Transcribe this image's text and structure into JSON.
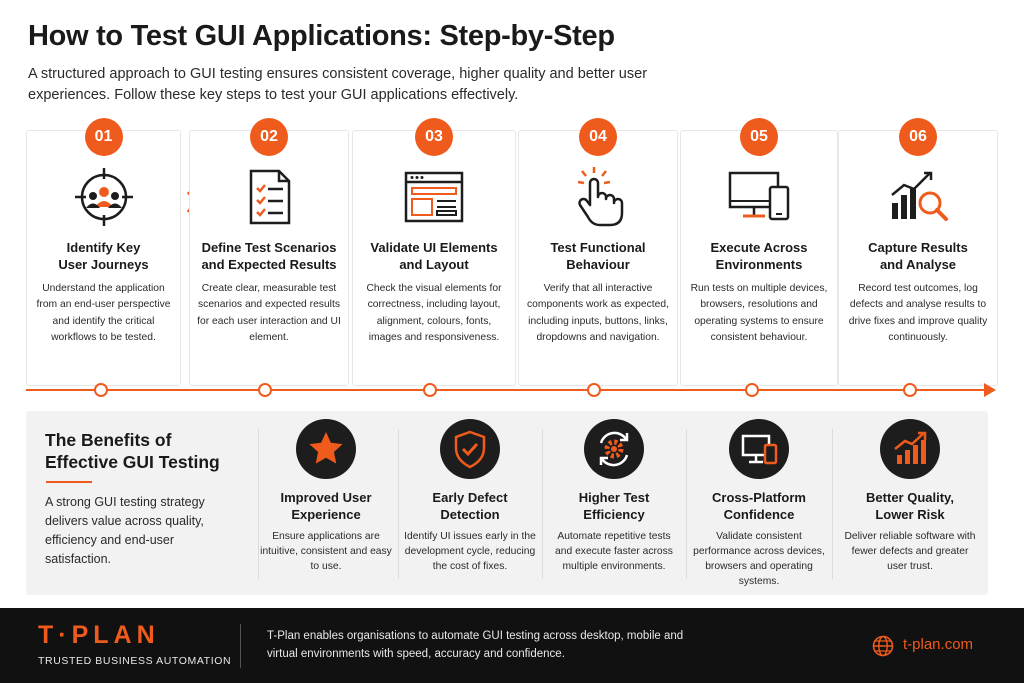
{
  "header": {
    "title": "How to Test GUI Applications: Step-by-Step",
    "subtitle": "A structured approach to GUI testing ensures consistent coverage, higher quality and better user experiences. Follow these key steps to test your GUI applications effectively."
  },
  "steps": [
    {
      "number": "01",
      "icon": "target-users-icon",
      "title_line1": "Identify Key",
      "title_line2": "User Journeys",
      "description": "Understand the application from an end-user perspective and identify the critical workflows to be tested."
    },
    {
      "number": "02",
      "icon": "checklist-document-icon",
      "title_line1": "Define Test Scenarios",
      "title_line2": "and Expected Results",
      "description": "Create clear, measurable test scenarios and expected results for each user interaction and UI element."
    },
    {
      "number": "03",
      "icon": "browser-layout-icon",
      "title_line1": "Validate UI Elements",
      "title_line2": "and Layout",
      "description": "Check the visual elements for correctness, including layout, alignment, colours, fonts, images and responsiveness."
    },
    {
      "number": "04",
      "icon": "pointer-click-icon",
      "title_line1": "Test Functional",
      "title_line2": "Behaviour",
      "description": "Verify that all interactive components work as expected, including inputs, buttons, links, dropdowns and navigation."
    },
    {
      "number": "05",
      "icon": "devices-icon",
      "title_line1": "Execute Across",
      "title_line2": "Environments",
      "description": "Run tests on multiple devices, browsers, resolutions and operating systems to ensure consistent behaviour."
    },
    {
      "number": "06",
      "icon": "chart-magnifier-icon",
      "title_line1": "Capture Results",
      "title_line2": "and Analyse",
      "description": "Record test outcomes, log defects and analyse results to drive fixes and improve quality continuously."
    }
  ],
  "benefits_section": {
    "title_line1": "The Benefits of",
    "title_line2": "Effective GUI Testing",
    "description": "A strong GUI testing strategy delivers value across quality, efficiency and end-user satisfaction.",
    "items": [
      {
        "icon": "star-icon",
        "title_line1": "Improved User",
        "title_line2": "Experience",
        "description": "Ensure applications are intuitive, consistent and easy to use."
      },
      {
        "icon": "shield-check-icon",
        "title_line1": "Early Defect",
        "title_line2": "Detection",
        "description": "Identify UI issues early in the development cycle, reducing the cost of fixes."
      },
      {
        "icon": "gear-cycle-icon",
        "title_line1": "Higher Test",
        "title_line2": "Efficiency",
        "description": "Automate repetitive tests and execute faster across multiple environments."
      },
      {
        "icon": "devices-icon",
        "title_line1": "Cross-Platform",
        "title_line2": "Confidence",
        "description": "Validate consistent performance across devices, browsers and operating systems."
      },
      {
        "icon": "growth-chart-icon",
        "title_line1": "Better Quality,",
        "title_line2": "Lower Risk",
        "description": "Deliver reliable software with fewer defects and greater user trust."
      }
    ]
  },
  "footer": {
    "logo": "T·PLAN",
    "tagline": "TRUSTED BUSINESS AUTOMATION",
    "text": "T-Plan enables organisations to automate GUI testing across desktop, mobile and virtual environments with speed, accuracy and confidence.",
    "website": "t-plan.com"
  },
  "colors": {
    "accent": "#ef5b1c",
    "dark": "#111111",
    "panel": "#f2f2f2"
  }
}
